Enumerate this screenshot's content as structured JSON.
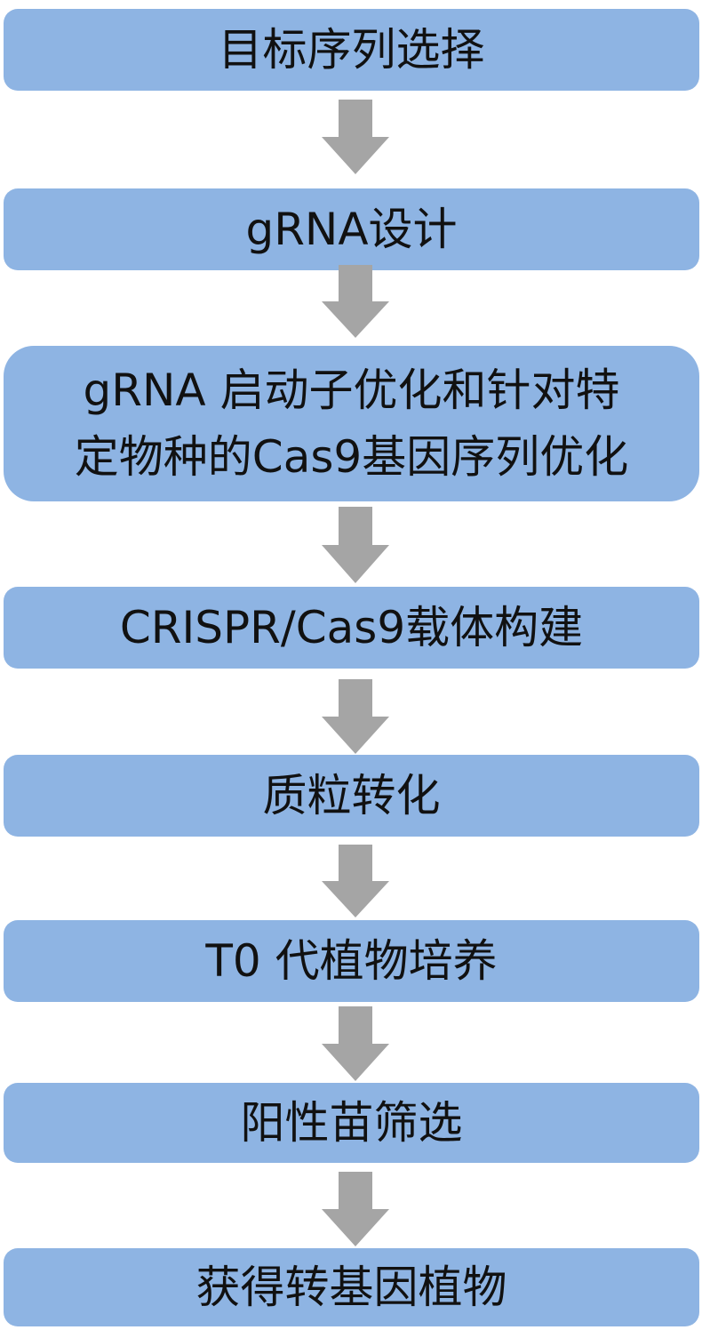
{
  "steps": [
    {
      "line1": "目标序列选择"
    },
    {
      "line1": "gRNA设计"
    },
    {
      "line1": "gRNA 启动子优化和针对特",
      "line2": "定物种的Cas9基因序列优化"
    },
    {
      "line1": "CRISPR/Cas9载体构建"
    },
    {
      "line1": "质粒转化"
    },
    {
      "line1": "T0 代植物培养"
    },
    {
      "line1": "阳性苗筛选"
    },
    {
      "line1": "获得转基因植物"
    }
  ],
  "colors": {
    "box_fill": "#8eb4e3",
    "arrow_fill": "#a5a5a5",
    "text": "#111111"
  }
}
